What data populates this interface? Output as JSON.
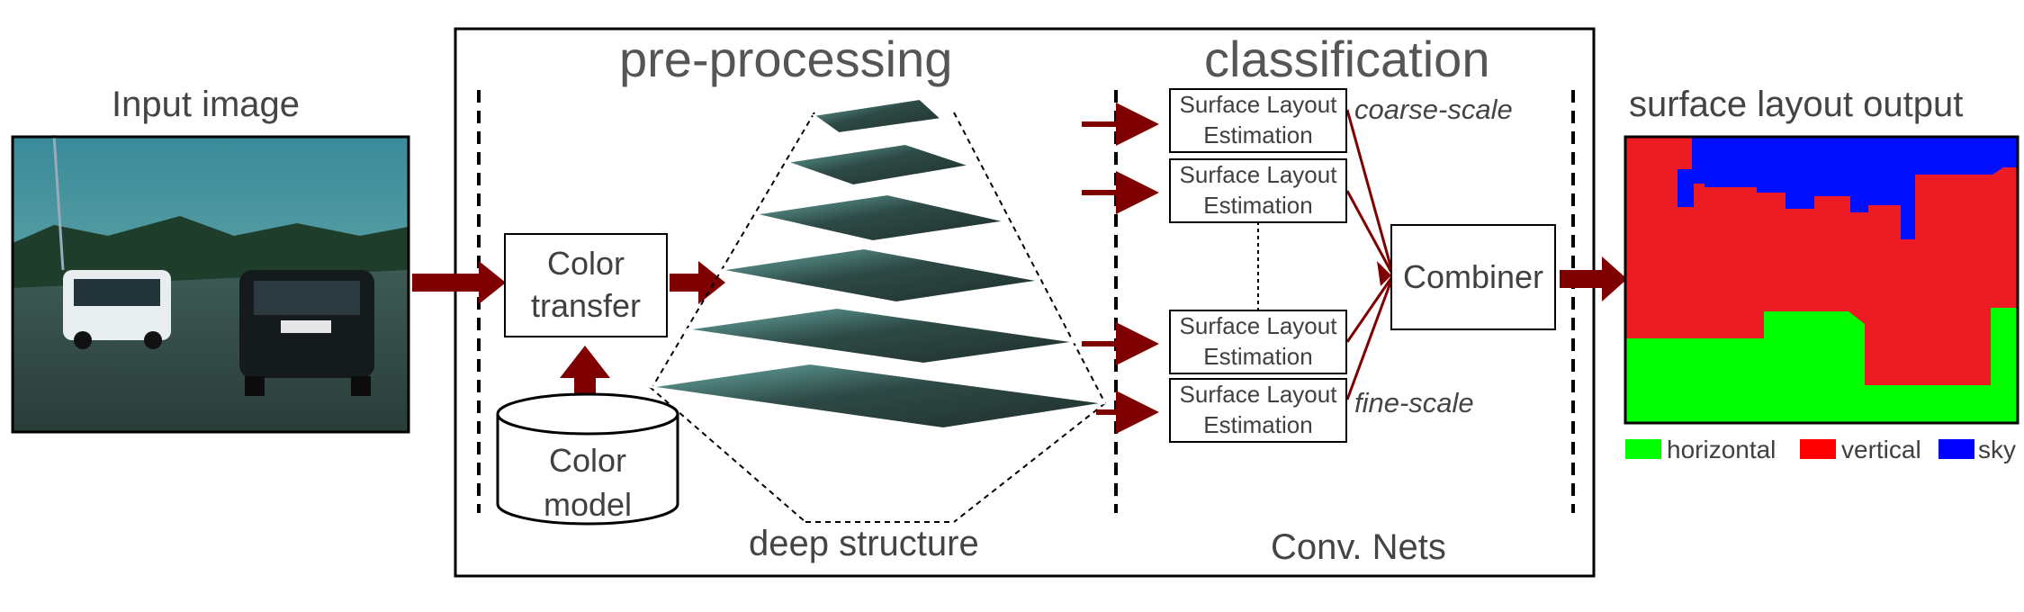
{
  "input": {
    "title": "Input image"
  },
  "preprocessing": {
    "title": "pre-processing",
    "color_transfer_label": "Color transfer",
    "color_model_label": "Color model",
    "deep_structure_label": "deep structure"
  },
  "classification": {
    "title": "classification",
    "estimation_boxes": [
      {
        "label": "Surface Layout Estimation"
      },
      {
        "label": "Surface Layout Estimation"
      },
      {
        "label": "Surface Layout Estimation"
      },
      {
        "label": "Surface Layout Estimation"
      }
    ],
    "coarse_label": "coarse-scale",
    "fine_label": "fine-scale",
    "combiner_label": "Combiner",
    "nets_label": "Conv. Nets"
  },
  "output": {
    "title": "surface layout output",
    "legend": [
      {
        "label": "horizontal",
        "color": "#00ff00"
      },
      {
        "label": "vertical",
        "color": "#ff0000"
      },
      {
        "label": "sky",
        "color": "#0000ff"
      }
    ]
  },
  "colors": {
    "arrow": "#7f0000",
    "horizontal": "#00ff00",
    "vertical": "#ed1c24",
    "sky": "#0010ff"
  }
}
